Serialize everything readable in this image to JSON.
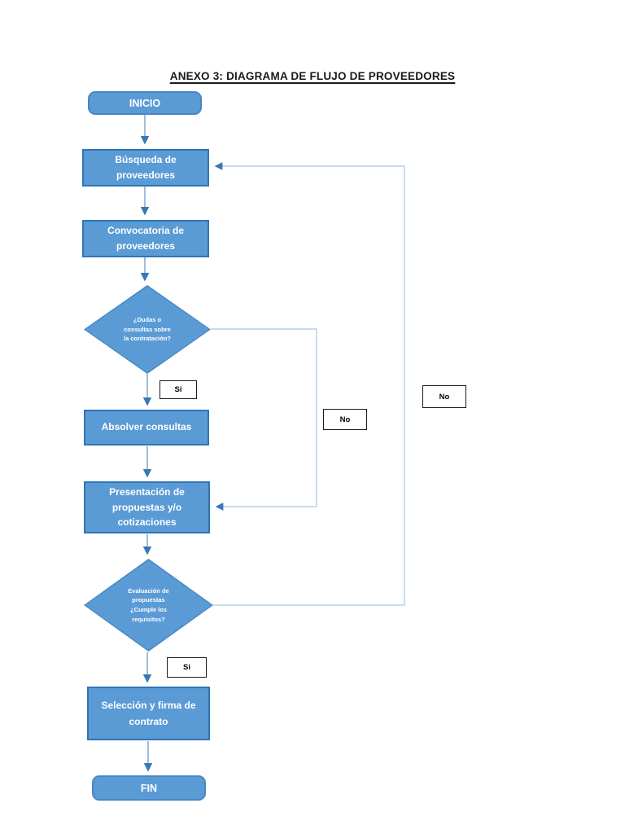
{
  "page": {
    "title": "ANEXO 3: DIAGRAMA DE FLUJO DE PROVEEDORES"
  },
  "flowchart": {
    "nodes": [
      {
        "id": "inicio",
        "type": "start",
        "label": "INICIO"
      },
      {
        "id": "busqueda",
        "type": "process",
        "label": "Búsqueda de proveedores"
      },
      {
        "id": "convocatoria",
        "type": "process",
        "label": "Convocatoria de proveedores"
      },
      {
        "id": "dudas",
        "type": "decision",
        "label": "¿Dudas o consultas sobre la contratación?"
      },
      {
        "id": "absolver",
        "type": "process",
        "label": "Absolver consultas"
      },
      {
        "id": "presentacion",
        "type": "process",
        "label": "Presentación de propuestas y/o cotizaciones"
      },
      {
        "id": "evaluacion",
        "type": "decision",
        "label": "Evaluación de propuestas ¿Cumple los requisitos?"
      },
      {
        "id": "seleccion",
        "type": "process",
        "label": "Selección y firma de contrato"
      },
      {
        "id": "fin",
        "type": "end",
        "label": "FIN"
      }
    ],
    "branch_labels": [
      {
        "id": "si1",
        "label": "Si",
        "branch_of": "dudas"
      },
      {
        "id": "no1",
        "label": "No",
        "branch_of": "dudas"
      },
      {
        "id": "si2",
        "label": "Si",
        "branch_of": "evaluacion"
      },
      {
        "id": "no2",
        "label": "No",
        "branch_of": "evaluacion"
      }
    ],
    "colors": {
      "shape_fill": "#5B9BD5",
      "shape_border": "#2E75B6",
      "rounded_border": "#4788C4",
      "connector_line": "#7FA8D2",
      "loop_line": "#B5CEE7",
      "arrowhead": "#3878B4",
      "shape_text": "#FFFFFF",
      "branch_label_text": "#000000"
    }
  }
}
